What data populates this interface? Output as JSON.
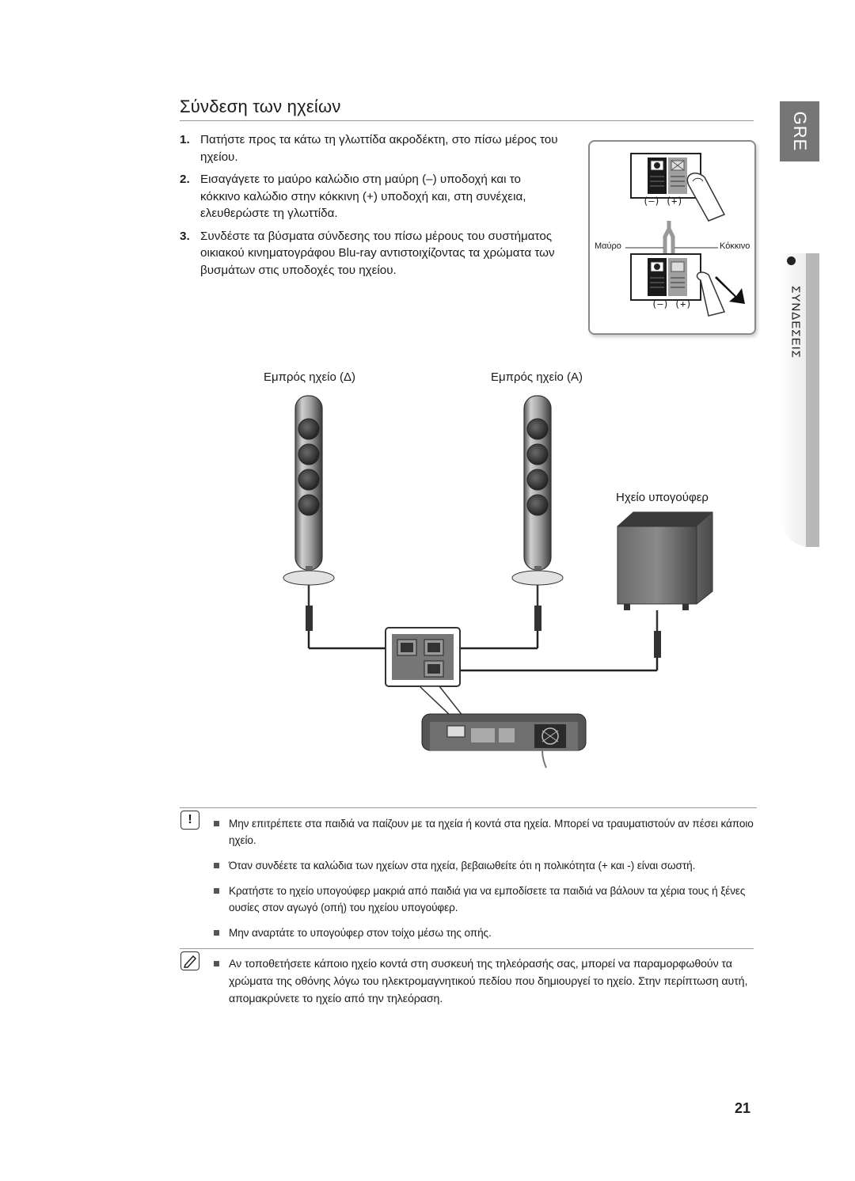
{
  "header": {
    "title": "Σύνδεση των ηχείων"
  },
  "steps": [
    {
      "num": "1.",
      "text": "Πατήστε προς τα κάτω τη γλωττίδα ακροδέκτη, στο πίσω μέρος του ηχείου."
    },
    {
      "num": "2.",
      "text": "Εισαγάγετε το μαύρο καλώδιο στη μαύρη (–) υποδοχή και το κόκκινο καλώδιο στην κόκκινη (+) υποδοχή και, στη συνέχεια, ελευθερώστε τη γλωττίδα."
    },
    {
      "num": "3.",
      "text": "Συνδέστε τα βύσματα σύνδεσης του πίσω μέρους του συστήματος οικιακού κινηματογράφου Blu-ray αντιστοιχίζοντας τα χρώματα των βυσμάτων στις υποδοχές του ηχείου."
    }
  ],
  "side_tab": {
    "language": "GRE",
    "section": "ΣΥΝΔΕΣΕΙΣ"
  },
  "inset": {
    "terminal_label_top": "(–) (+)",
    "terminal_label_bottom": "(–) (+)",
    "black_label": "Μαύρο",
    "red_label": "Κόκκινο"
  },
  "diagram": {
    "front_right_label": "Εμπρός ηχείο (Δ)",
    "front_left_label": "Εμπρός ηχείο (Α)",
    "subwoofer_label": "Ηχείο υπογούφερ"
  },
  "cautions": [
    "Μην επιτρέπετε στα παιδιά να παίζουν με τα ηχεία ή κοντά στα ηχεία. Μπορεί να τραυματιστούν αν πέσει κάποιο ηχείο.",
    "Όταν συνδέετε τα καλώδια των ηχείων στα ηχεία, βεβαιωθείτε ότι η πολικότητα (+ και -) είναι σωστή.",
    "Κρατήστε το ηχείο υπογούφερ μακριά από παιδιά για να εμποδίσετε τα παιδιά να βάλουν τα χέρια τους ή ξένες ουσίες στον αγωγό (οπή) του ηχείου υπογούφερ.",
    "Μην αναρτάτε το υπογούφερ στον τοίχο μέσω της οπής."
  ],
  "notes": [
    "Αν τοποθετήσετε κάποιο ηχείο κοντά στη συσκευή της τηλεόρασής σας, μπορεί να παραμορφωθούν τα χρώματα της οθόνης λόγω του ηλεκτρομαγνητικού πεδίου που δημιουργεί το ηχείο. Στην περίπτωση αυτή, απομακρύνετε το ηχείο από την τηλεόραση."
  ],
  "footer": {
    "page_number": "21"
  }
}
